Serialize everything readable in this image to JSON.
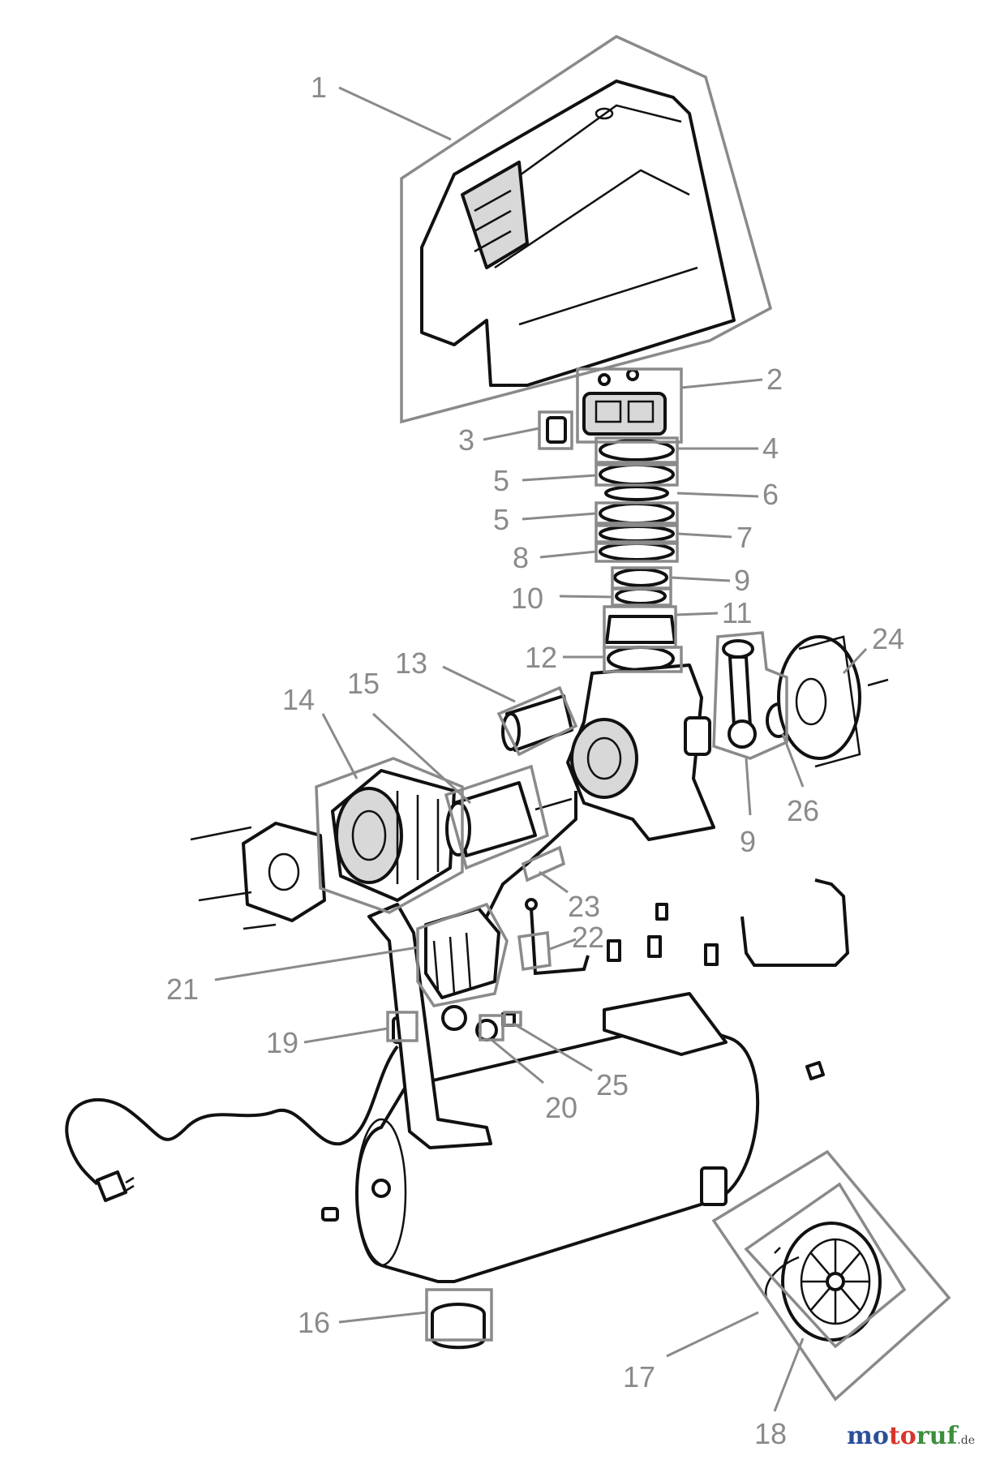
{
  "diagram": {
    "labels": {
      "p1": "1",
      "p2": "2",
      "p3": "3",
      "p4": "4",
      "p5a": "5",
      "p5b": "5",
      "p6": "6",
      "p7": "7",
      "p8": "8",
      "p9a": "9",
      "p9b": "9",
      "p10": "10",
      "p11": "11",
      "p12": "12",
      "p13": "13",
      "p14": "14",
      "p15": "15",
      "p16": "16",
      "p17": "17",
      "p18": "18",
      "p19": "19",
      "p20": "20",
      "p21": "21",
      "p22": "22",
      "p23": "23",
      "p24": "24",
      "p25": "25",
      "p26": "26"
    }
  },
  "brand": {
    "part1": "mo",
    "part2": "to",
    "part3": "ruf",
    "tld": ".de"
  }
}
